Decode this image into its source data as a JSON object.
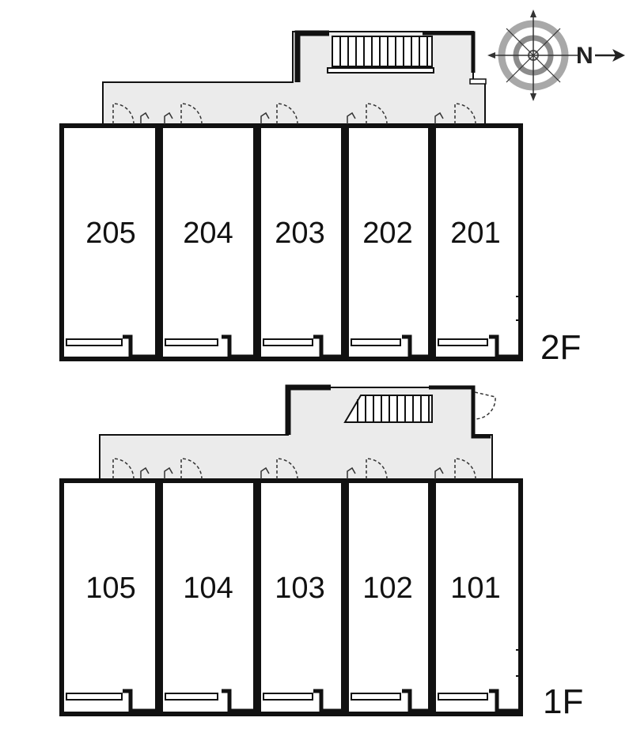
{
  "floors": [
    {
      "label": "2F",
      "units": [
        "205",
        "204",
        "203",
        "202",
        "201"
      ]
    },
    {
      "label": "1F",
      "units": [
        "105",
        "104",
        "103",
        "102",
        "101"
      ]
    }
  ],
  "compass": {
    "direction_label": "N"
  },
  "colors": {
    "wall": "#111111",
    "corridor_fill": "#ebebeb",
    "background": "#ffffff",
    "door": "#333333"
  }
}
